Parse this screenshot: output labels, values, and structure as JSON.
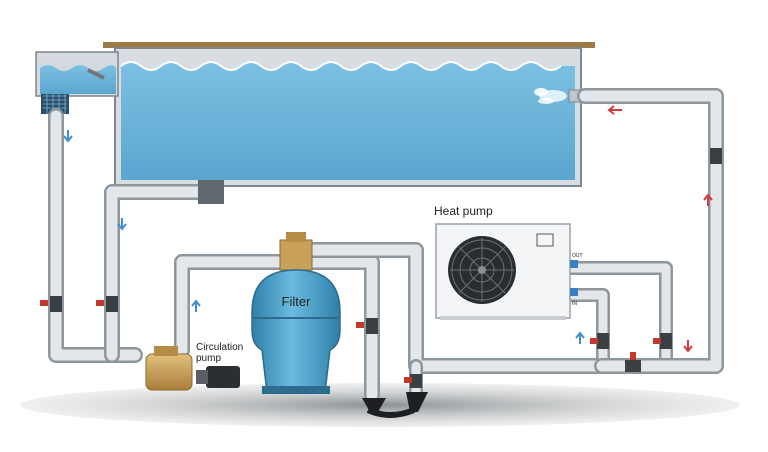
{
  "labels": {
    "heat_pump": "Heat pump",
    "filter": "Filter",
    "circulation_pump_line1": "Circulation",
    "circulation_pump_line2": "pump",
    "heat_pump_out": "OUT",
    "heat_pump_in": "IN"
  },
  "colors": {
    "water": "#6ab2d8",
    "pipe": "#c9d0d6",
    "pipe_edge": "#8e979e",
    "filter_body": "#4a9bc2",
    "pump_body": "#c9a05a",
    "valve": "#c0392b",
    "flow_arrow_up": "#3f8fd2",
    "flow_arrow_red": "#d23b3b",
    "ground": "#9fa3a6",
    "deck": "#9c7a45"
  }
}
